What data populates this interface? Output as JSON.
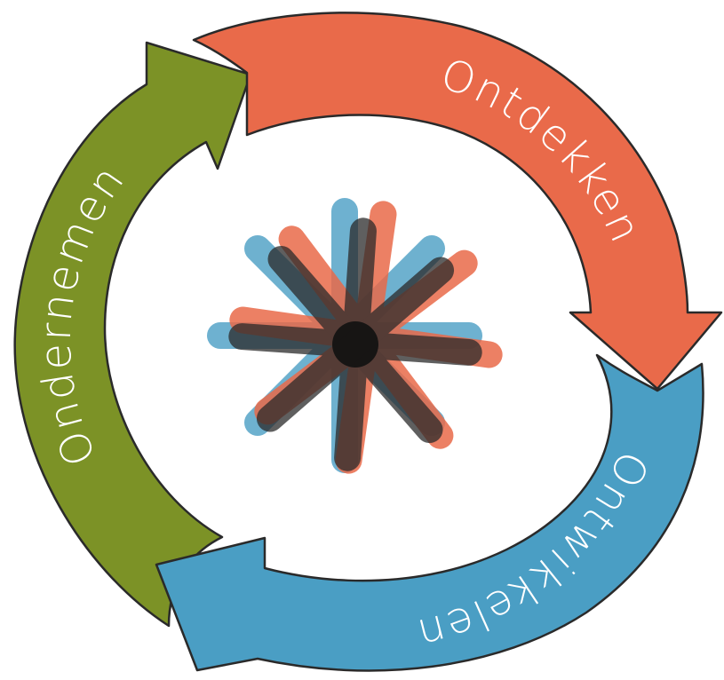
{
  "diagram": {
    "stages": [
      {
        "id": "ontdekken",
        "label": "Ontdekken",
        "color": "#E96A4A"
      },
      {
        "id": "ontwikkelen",
        "label": "Ontwikkelen",
        "color": "#4A9EC4"
      },
      {
        "id": "ondernemen",
        "label": "Ondernemen",
        "color": "#7C9226"
      }
    ],
    "center_icon": "asterisk-star-icon",
    "center_colors": [
      "#E96A4A",
      "#4A9EC4",
      "#2a2a2a"
    ]
  }
}
